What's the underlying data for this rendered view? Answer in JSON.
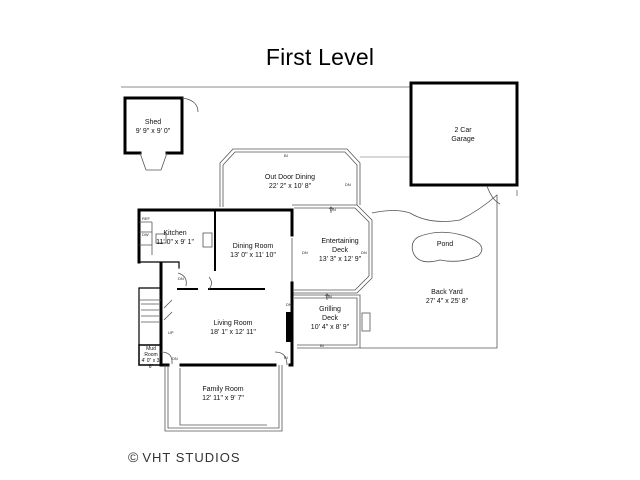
{
  "title": "First Level",
  "copyright": "VHT STUDIOS",
  "rooms": {
    "shed": {
      "name": "Shed",
      "dim": "9' 9\" x 9' 0\""
    },
    "garage": {
      "name": "2 Car",
      "name2": "Garage"
    },
    "outdoor_dining": {
      "name": "Out Door Dining",
      "dim": "22' 2\" x 10' 8\""
    },
    "kitchen": {
      "name": "Kitchen",
      "dim": "11' 0\" x 9' 1\""
    },
    "dining_room": {
      "name": "Dining Room",
      "dim": "13' 0\" x 11' 10\""
    },
    "entertaining_deck": {
      "name": "Entertaining",
      "name2": "Deck",
      "dim": "13' 3\" x 12' 9\""
    },
    "pond": {
      "name": "Pond"
    },
    "back_yard": {
      "name": "Back Yard",
      "dim": "27' 4\" x 25' 8\""
    },
    "grilling_deck": {
      "name": "Grilling",
      "name2": "Deck",
      "dim": "10' 4\" x 8' 9\""
    },
    "living_room": {
      "name": "Living Room",
      "dim": "18' 1\" x 12' 11\""
    },
    "mud_room": {
      "name": "Mud Room",
      "dim": "4' 0\" x 3' 6\""
    },
    "family_room": {
      "name": "Family Room",
      "dim": "12' 11\" x 9' 7\""
    }
  },
  "tags": {
    "bi": "BI",
    "dn": "DN",
    "up": "UP",
    "ref": "REF",
    "dw": "DW"
  }
}
